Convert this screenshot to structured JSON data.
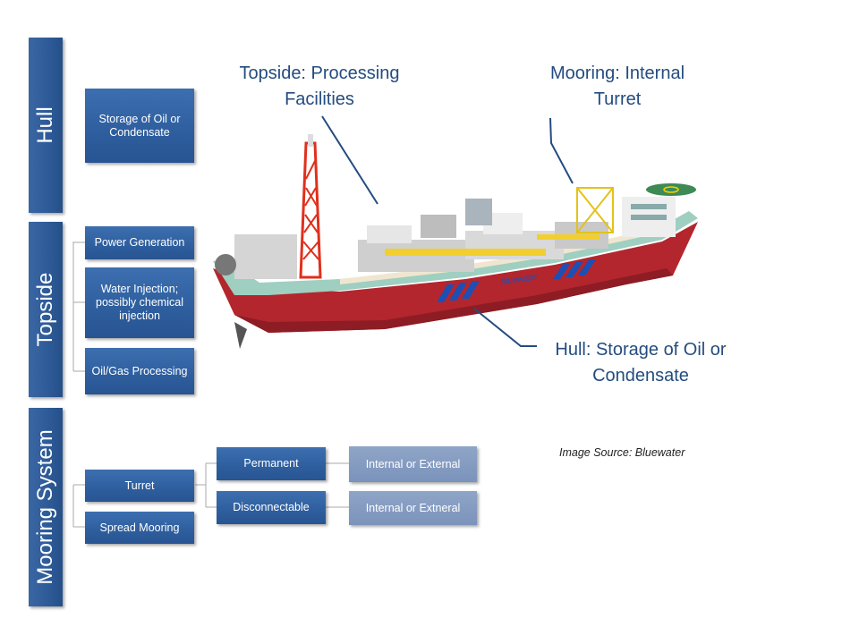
{
  "hull": {
    "label": "Hull",
    "items": [
      "Storage of Oil or Condensate"
    ]
  },
  "topside": {
    "label": "Topside",
    "items": [
      "Power Generation",
      "Water Injection; possibly chemical injection",
      "Oil/Gas Processing"
    ]
  },
  "mooring": {
    "label": "Mooring System",
    "items": [
      "Turret",
      "Spread Mooring"
    ],
    "turret_types": [
      "Permanent",
      "Disconnectable"
    ],
    "turret_options": [
      "Internal or External",
      "Internal or Extneral"
    ]
  },
  "callouts": {
    "topside": "Topside: Processing Facilities",
    "mooring": "Mooring: Internal Turret",
    "hull": "Hull: Storage of Oil or Condensate"
  },
  "ship_brand": "bluewater",
  "image_source": "Image Source: Bluewater",
  "colors": {
    "box_blue": "#2f5f9f",
    "box_light": "#7b93bb",
    "callout_text": "#244c7f",
    "hull_red": "#b3262e",
    "deck_green": "#9fcfc0"
  }
}
